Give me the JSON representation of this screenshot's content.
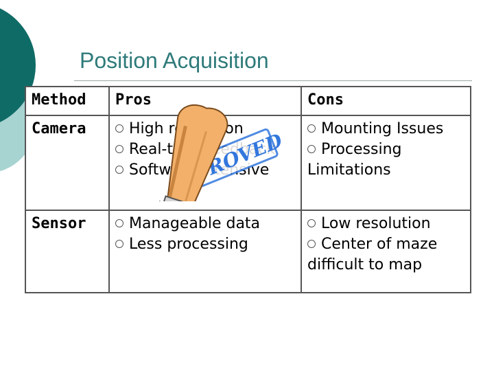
{
  "slide": {
    "title": "Position Acquisition",
    "colors": {
      "title": "#2f7a7a",
      "dark_teal": "#0f6b66",
      "light_teal": "#a7d3d1",
      "stamp": "#3377dd"
    }
  },
  "table": {
    "headers": {
      "method": "Method",
      "pros": "Pros",
      "cons": "Cons"
    },
    "rows": [
      {
        "method": "Camera",
        "pros": [
          "High resolution",
          "Real-time feedback",
          "Software intensive"
        ],
        "cons": [
          "Mounting Issues",
          "Processing Limitations"
        ]
      },
      {
        "method": "Sensor",
        "pros": [
          "Manageable data",
          "Less processing"
        ],
        "cons": [
          "Low resolution",
          "Center of maze difficult to map"
        ]
      }
    ]
  },
  "stamp": {
    "text": "APPROVED",
    "icon": "approved-rubber-stamp-icon"
  }
}
